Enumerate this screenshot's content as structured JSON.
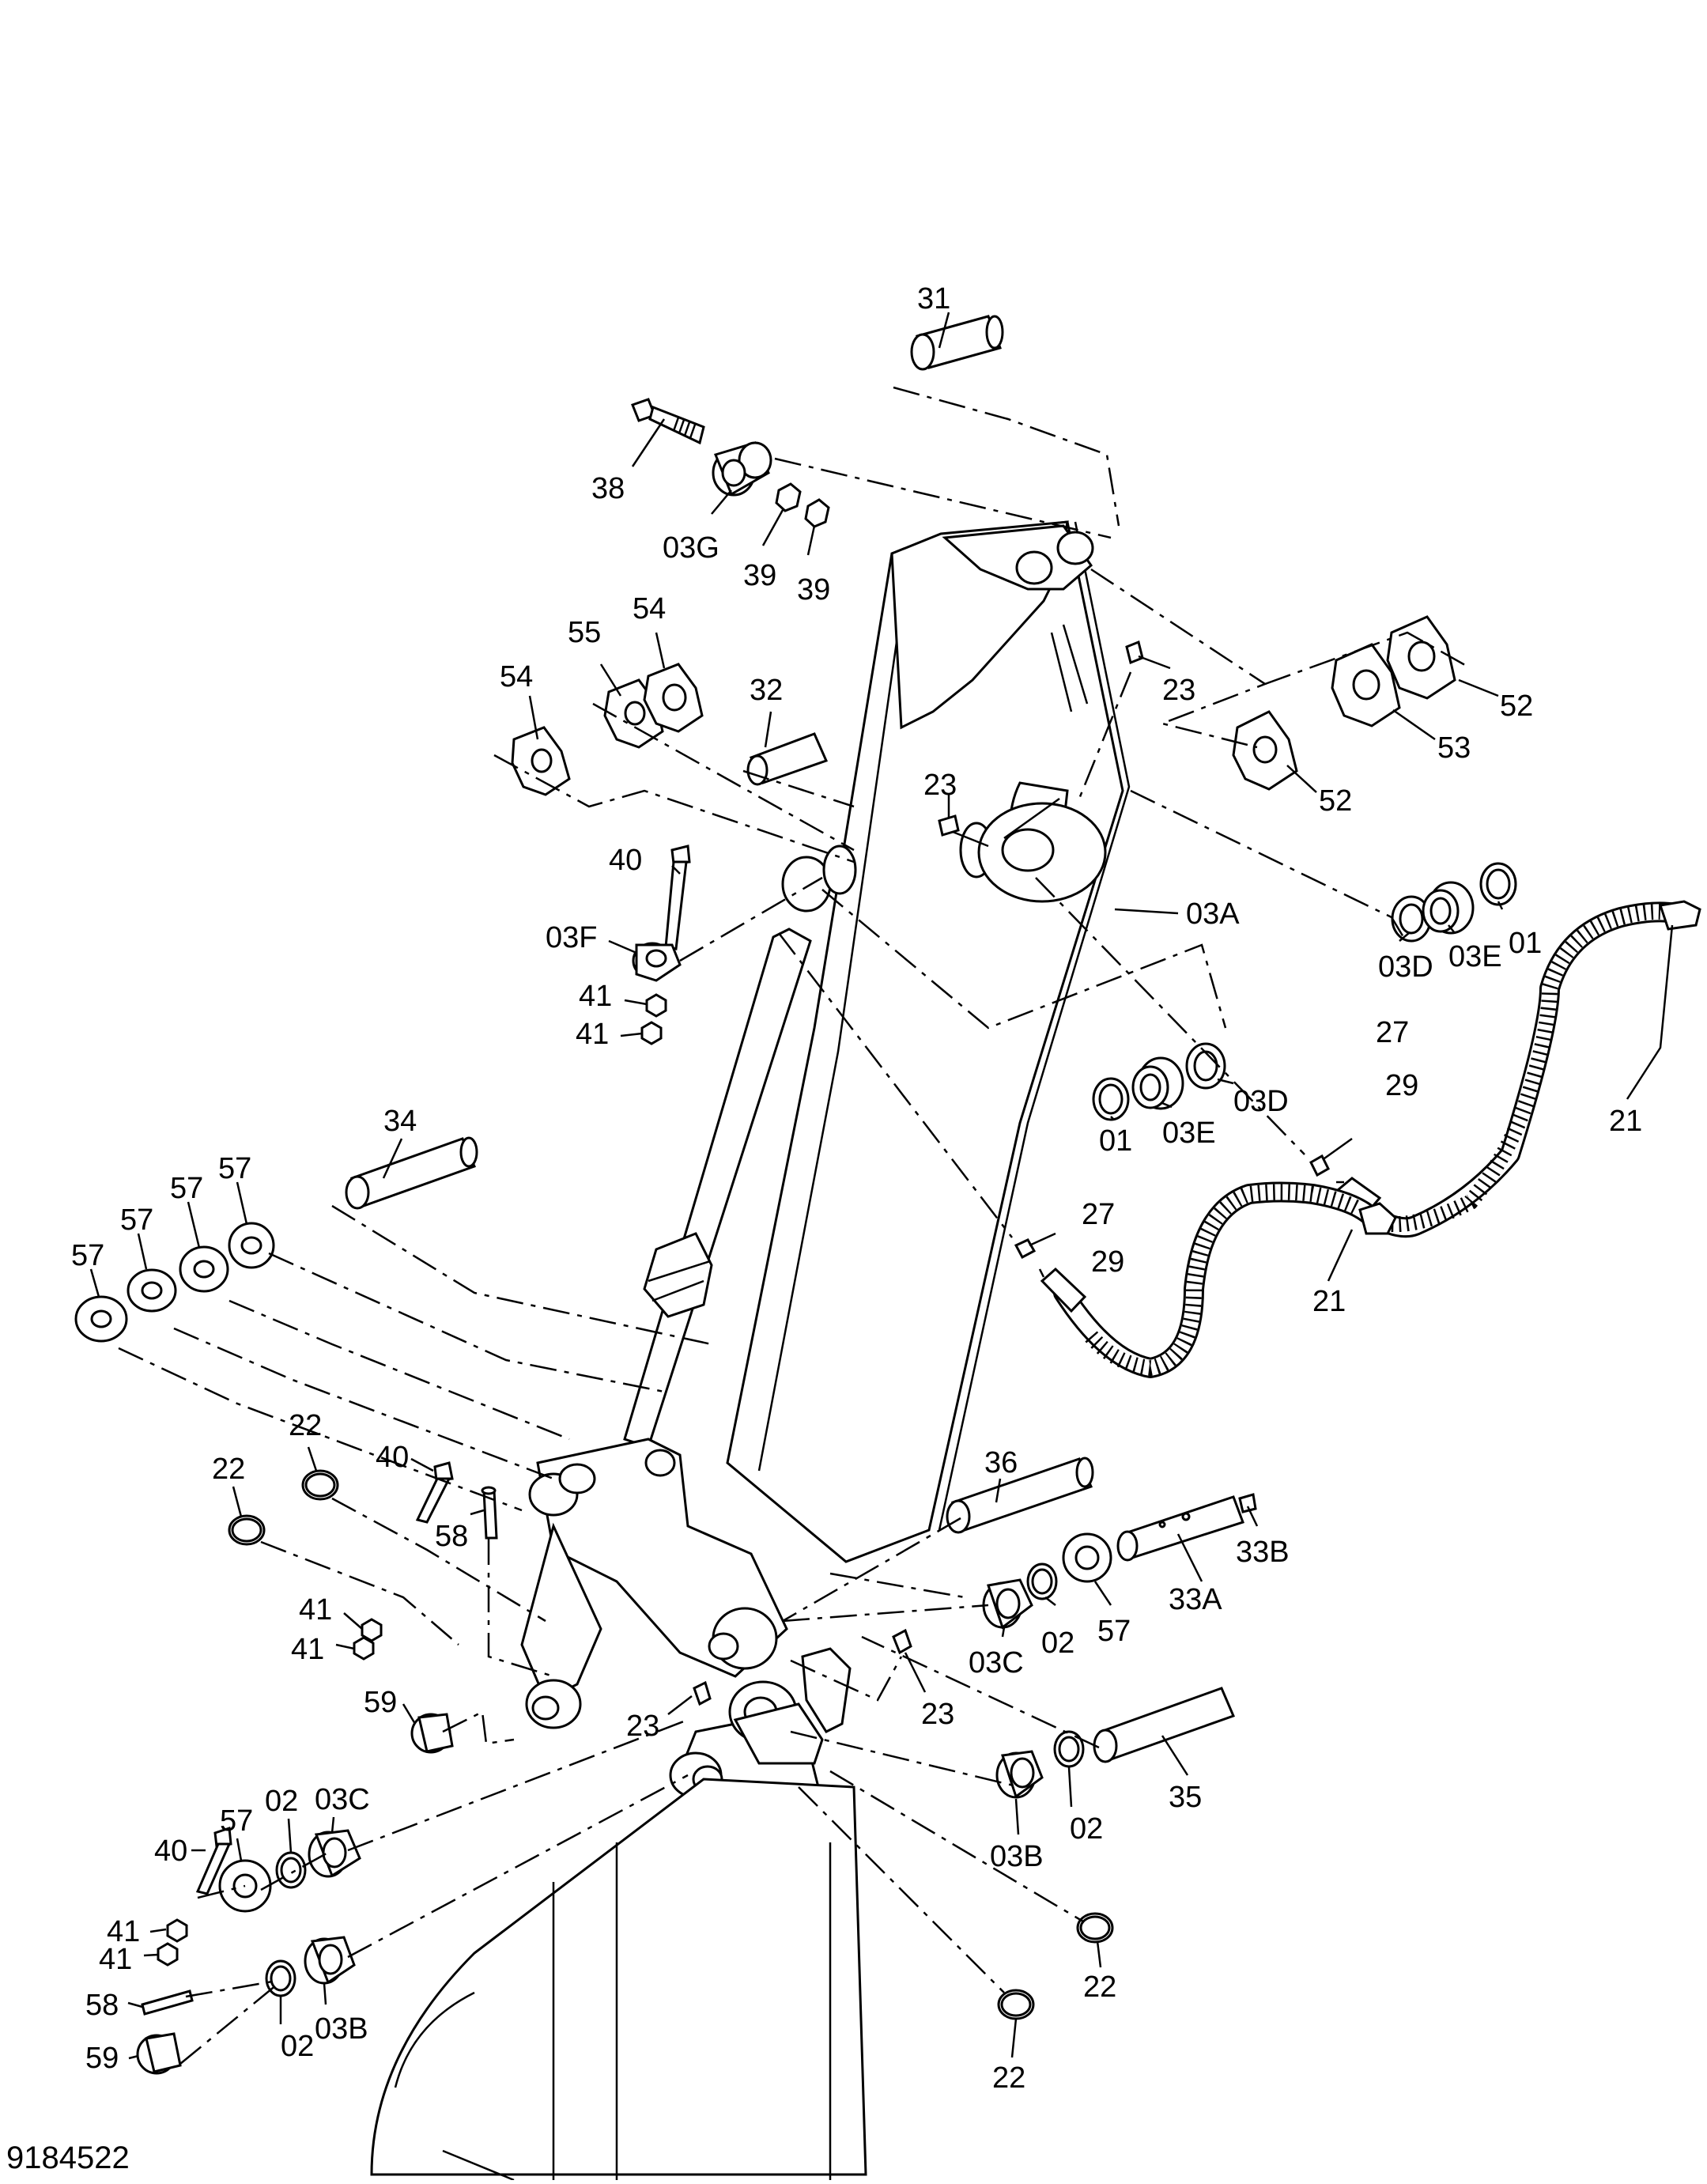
{
  "figure_number": "9184522",
  "callouts": {
    "p31": "31",
    "p38": "38",
    "p03G": "03G",
    "p39a": "39",
    "p39b": "39",
    "p54a": "54",
    "p55": "55",
    "p54b": "54",
    "p32": "32",
    "p23a": "23",
    "p23b": "23",
    "p52a": "52",
    "p53": "53",
    "p52b": "52",
    "p40a": "40",
    "p03F": "03F",
    "p41a": "41",
    "p41b": "41",
    "p03A": "03A",
    "p03Da": "03D",
    "p03Ea": "03E",
    "p01a": "01",
    "p01b": "01",
    "p03Eb": "03E",
    "p03Db": "03D",
    "p27a": "27",
    "p29a": "29",
    "p21a": "21",
    "p34": "34",
    "p57a": "57",
    "p57b": "57",
    "p57c": "57",
    "p57d": "57",
    "p27b": "27",
    "p29b": "29",
    "p21b": "21",
    "p22a": "22",
    "p22b": "22",
    "p40b": "40",
    "p58a": "58",
    "p41c": "41",
    "p41d": "41",
    "p36": "36",
    "p33B": "33B",
    "p33A": "33A",
    "p03Ca": "03C",
    "p02a": "02",
    "p57e": "57",
    "p23c": "23",
    "p59a": "59",
    "p23d": "23",
    "p02b": "02",
    "p03Cb": "03C",
    "p57f": "57",
    "p40c": "40",
    "p41e": "41",
    "p41f": "41",
    "p58b": "58",
    "p59b": "59",
    "p02c": "02",
    "p03Bb": "03B",
    "p03Ba": "03B",
    "p02d": "02",
    "p35": "35",
    "p22c": "22",
    "p22d": "22"
  }
}
